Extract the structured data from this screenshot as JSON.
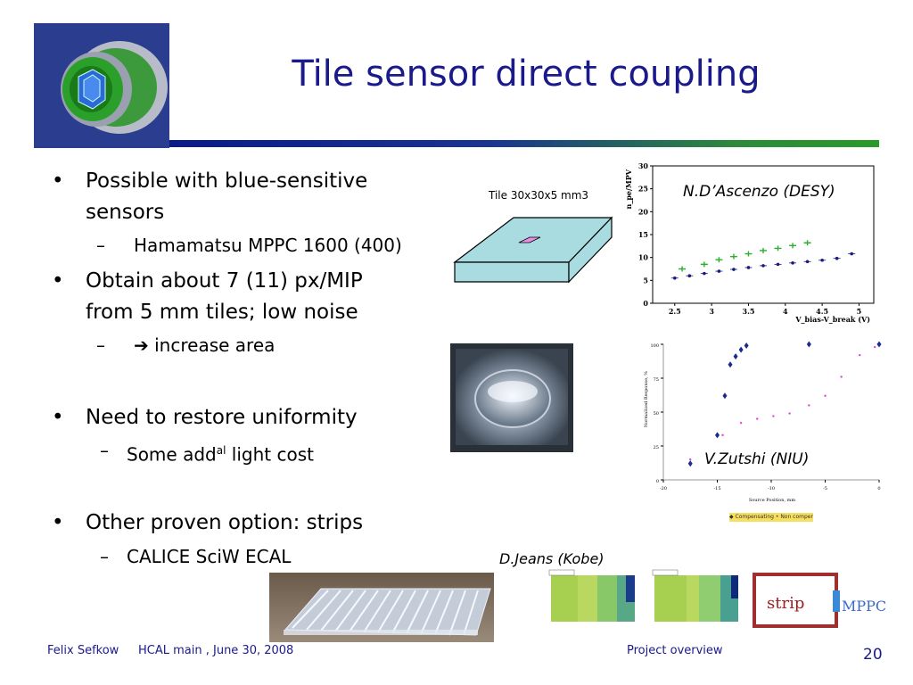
{
  "slide": {
    "title": "Tile sensor direct coupling",
    "bullets": [
      {
        "text": "Possible with blue-sensitive",
        "text2": "sensors",
        "sub": "Hamamatsu MPPC 1600 (400)"
      },
      {
        "text": "Obtain about 7 (11) px/MIP",
        "text2": "from 5 mm tiles; low noise",
        "sub": "increase area",
        "sub_arrow": "➔"
      },
      {
        "text": "Need to restore uniformity",
        "sub": "Some add",
        "sub_sup": "al",
        "sub_tail": " light cost"
      },
      {
        "text": "Other proven option: strips",
        "sub": "CALICE SciW ECAL"
      }
    ],
    "bullet_symbol": "•",
    "dash_symbol": "–"
  },
  "figures": {
    "tile_label": "Tile 30x30x5 mm3",
    "desy_label": "N.D’Ascenzo (DESY)",
    "niu_label": "V.Zutshi (NIU)",
    "kobe_label": "D.Jeans (Kobe)",
    "strip_label": "strip",
    "mppc_label": "MPPC",
    "niu_legend": "◆ Compensating   • Non compensating"
  },
  "chart_data": [
    {
      "type": "scatter",
      "xlabel": "V_bias-V_break (V)",
      "ylabel": "n_pe/MPV",
      "xlim": [
        2.2,
        5.2
      ],
      "ylim": [
        0,
        30
      ],
      "xticks": [
        "2.5",
        "3",
        "3.5",
        "4",
        "4.5",
        "5"
      ],
      "yticks": [
        "0",
        "5",
        "10",
        "15",
        "20",
        "25",
        "30"
      ],
      "series": [
        {
          "name": "",
          "color": "#2ab02a",
          "marker": "plus",
          "x": [
            2.6,
            2.9,
            3.1,
            3.3,
            3.5,
            3.7,
            3.9,
            4.1,
            4.3
          ],
          "y": [
            7.5,
            8.5,
            9.5,
            10.2,
            10.8,
            11.5,
            12.0,
            12.6,
            13.2
          ]
        },
        {
          "name": "",
          "color": "#1a1a80",
          "marker": "dot",
          "x": [
            2.5,
            2.7,
            2.9,
            3.1,
            3.3,
            3.5,
            3.7,
            3.9,
            4.1,
            4.3,
            4.5,
            4.7,
            4.9
          ],
          "y": [
            5.5,
            6.0,
            6.5,
            7.0,
            7.4,
            7.8,
            8.2,
            8.5,
            8.8,
            9.1,
            9.4,
            9.8,
            10.8
          ]
        }
      ]
    },
    {
      "type": "scatter",
      "xlabel": "Source Position, mm",
      "ylabel": "Normalized Response, %",
      "xlim": [
        -20,
        0
      ],
      "ylim": [
        0,
        100
      ],
      "xticks": [
        "-20",
        "-15",
        "-10",
        "-5",
        "0"
      ],
      "yticks": [
        "0",
        "25",
        "50",
        "75",
        "100"
      ],
      "series": [
        {
          "name": "Compensating",
          "color": "#1a2a90",
          "marker": "diamond",
          "x": [
            -17.5,
            -15,
            -14.3,
            -13.8,
            -13.3,
            -12.8,
            -12.3,
            -6.5,
            0
          ],
          "y": [
            12,
            33,
            62,
            85,
            91,
            96,
            99,
            100,
            100
          ]
        },
        {
          "name": "Non compensating",
          "color": "#e040e0",
          "marker": "dot",
          "x": [
            -17.5,
            -14.5,
            -12.8,
            -11.3,
            -9.8,
            -8.3,
            -6.5,
            -5,
            -3.5,
            -1.8,
            -0.4
          ],
          "y": [
            15,
            33,
            42,
            45,
            47,
            49,
            55,
            62,
            76,
            92,
            98
          ]
        }
      ]
    }
  ],
  "footer": {
    "author": "Felix Sefkow",
    "meeting": "HCAL main , June 30, 2008",
    "section": "Project overview",
    "page": "20"
  }
}
